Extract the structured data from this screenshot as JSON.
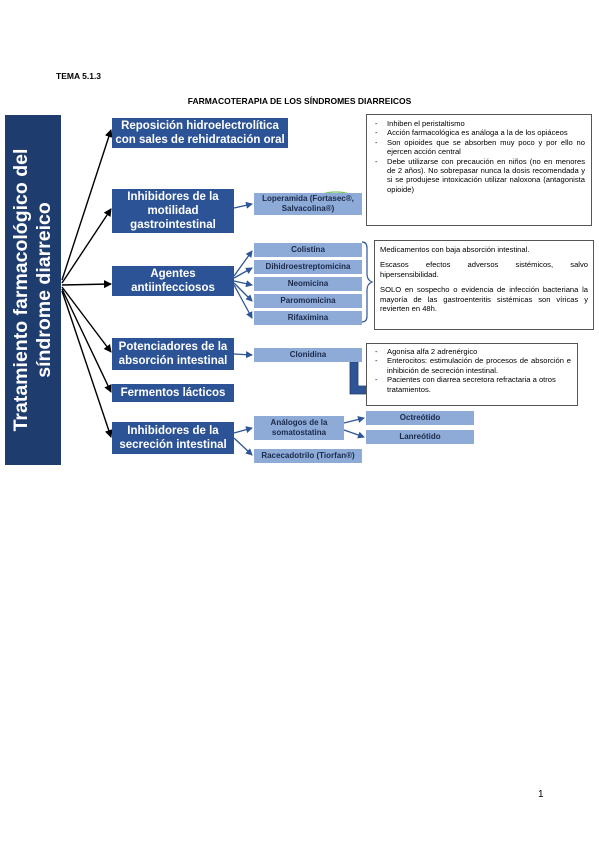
{
  "header": {
    "topic": "TEMA 5.1.3",
    "title": "FARMACOTERAPIA DE LOS SÍNDROMES DIARREICOS"
  },
  "side_title": {
    "line1": "Tratamiento farmacológico del",
    "line2": "síndrome diarreico"
  },
  "categories": [
    "Reposición hidroelectrolítica con sales de rehidratación oral",
    "Inhibidores de la motilidad gastrointestinal",
    "Agentes antiinfecciosos",
    "Potenciadores de la absorción intestinal",
    "Fermentos lácticos",
    "Inhibidores de la secreción intestinal"
  ],
  "drugs": {
    "motility": "Loperamida (Fortasec®, Salvacolina®)",
    "antiinfectives": [
      "Colistina",
      "Dihidroestreptomicina",
      "Neomicina",
      "Paromomicina",
      "Rifaximina"
    ],
    "absorption": "Clonidina",
    "somatostatin_analogs": "Análogos de la somatostatina",
    "somatostatin_list": [
      "Octreótido",
      "Lanreótido"
    ],
    "racecadotrilo": "Racecadotrilo (Tiorfan®)"
  },
  "notes": {
    "motility": [
      "Inhiben el peristaltismo",
      "Acción farmacológica es análoga a la de los opiáceos",
      "Son opioides que se absorben muy poco y por ello no ejercen acción central",
      "Debe utilizarse con precaución en niños (no en menores de 2 años). No sobrepasar nunca la dosis recomendada y si se produjese intoxicación utilizar naloxona (antagonista opioide)"
    ],
    "antiinfectives": [
      "Medicamentos con baja absorción intestinal.",
      "Escasos efectos adversos sistémicos, salvo hipersensibilidad.",
      "SOLO en sospecho o evidencia de infección bacteriana la mayoría de las gastroenteritis sistémicas son víricas y revierten en 48h."
    ],
    "clonidine": [
      "Agonisa alfa 2 adrenérgico",
      "Enterocitos: estimulación de procesos de absorción e inhibición de secreción intestinal.",
      "Pacientes con diarrea secretora refractaria a otros tratamientos."
    ]
  },
  "page_number": "1",
  "colors": {
    "dark_blue": "#1f3c6e",
    "category_blue": "#2c5396",
    "drug_light_blue": "#8eaad7",
    "arrow_blue": "#2f5597",
    "highlight_green": "#7fc65a"
  }
}
